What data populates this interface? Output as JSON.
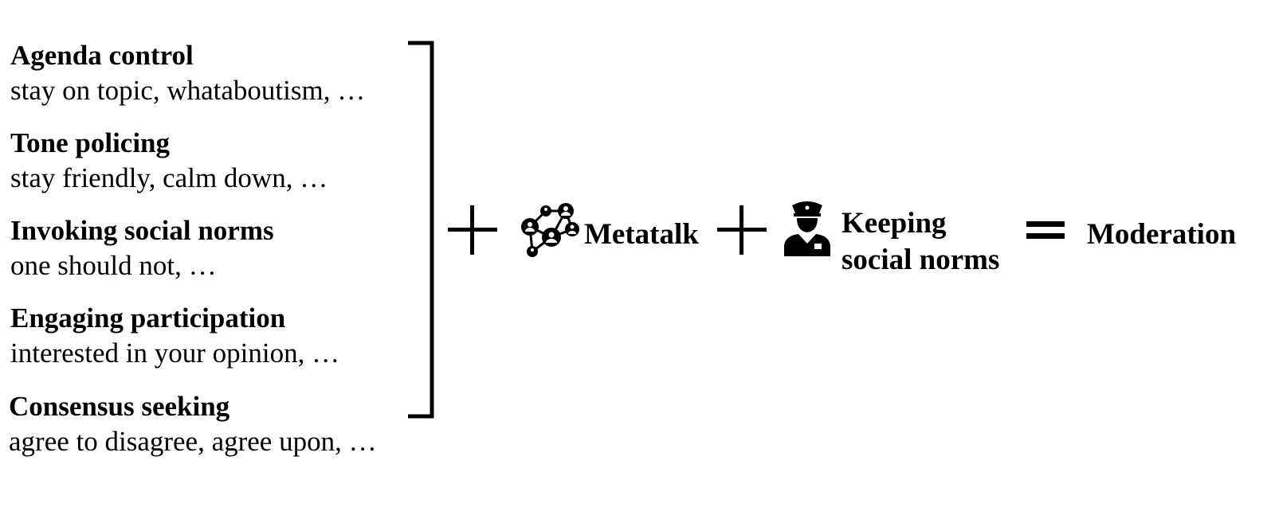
{
  "categories": [
    {
      "title": "Agenda control",
      "examples": "stay on topic, whataboutism, …"
    },
    {
      "title": "Tone policing",
      "examples": "stay friendly, calm down, …"
    },
    {
      "title": "Invoking social norms",
      "examples": "one should not, …"
    },
    {
      "title": "Engaging participation",
      "examples": "interested in your opinion, …"
    },
    {
      "title": "Consensus seeking",
      "examples": "agree to disagree, agree upon, …"
    }
  ],
  "equation": {
    "metatalk": {
      "label": "Metatalk",
      "icon": "network-people-icon"
    },
    "keeping_norms": {
      "label_line1": "Keeping",
      "label_line2": "social norms",
      "icon": "police-officer-icon"
    },
    "result": "Moderation"
  }
}
